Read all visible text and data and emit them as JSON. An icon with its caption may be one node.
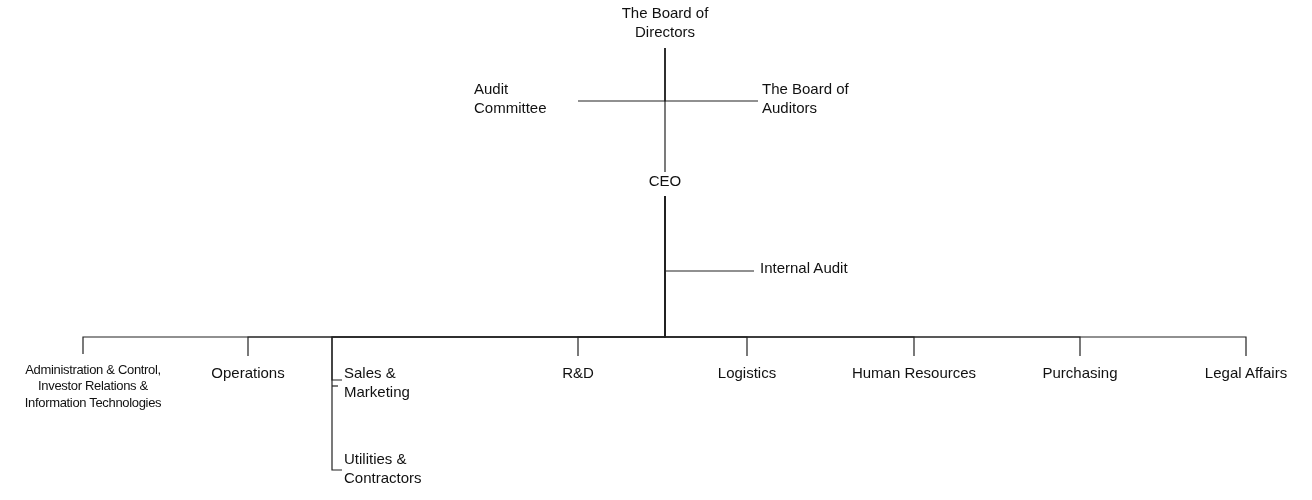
{
  "diagram": {
    "nodes": [
      {
        "text": [
          "The Board of Directors"
        ]
      },
      {
        "text": [
          "Audit Committee"
        ]
      },
      {
        "text": [
          "The Board of Auditors"
        ]
      },
      {
        "text": [
          "CEO"
        ]
      },
      {
        "text": [
          "Internal Audit"
        ]
      },
      {
        "text": [
          "Administration & Control, Investor Relations & Information Technologies"
        ]
      },
      {
        "text": [
          "Operations"
        ]
      },
      {
        "text": [
          "Sales & Marketing"
        ]
      },
      {
        "text": [
          "Utilities & Contractors"
        ]
      },
      {
        "text": [
          "R&D"
        ]
      },
      {
        "text": [
          "Logistics"
        ]
      },
      {
        "text": [
          "Human Resources"
        ]
      },
      {
        "text": [
          "Purchasing"
        ]
      },
      {
        "text": [
          "Legal Affairs"
        ]
      }
    ],
    "edges": [
      {
        "from": 0,
        "to": 3,
        "arrow": "none"
      },
      {
        "from": 0,
        "to": 1,
        "arrow": "none"
      },
      {
        "from": 0,
        "to": 2,
        "arrow": "none"
      },
      {
        "from": 3,
        "to": 4,
        "arrow": "none"
      },
      {
        "from": 3,
        "to": 5,
        "arrow": "none"
      },
      {
        "from": 3,
        "to": 6,
        "arrow": "none"
      },
      {
        "from": 3,
        "to": 7,
        "arrow": "none"
      },
      {
        "from": 3,
        "to": 8,
        "arrow": "none"
      },
      {
        "from": 3,
        "to": 9,
        "arrow": "none"
      },
      {
        "from": 3,
        "to": 10,
        "arrow": "none"
      },
      {
        "from": 3,
        "to": 11,
        "arrow": "none"
      },
      {
        "from": 3,
        "to": 12,
        "arrow": "none"
      },
      {
        "from": 3,
        "to": 13,
        "arrow": "none"
      }
    ]
  }
}
